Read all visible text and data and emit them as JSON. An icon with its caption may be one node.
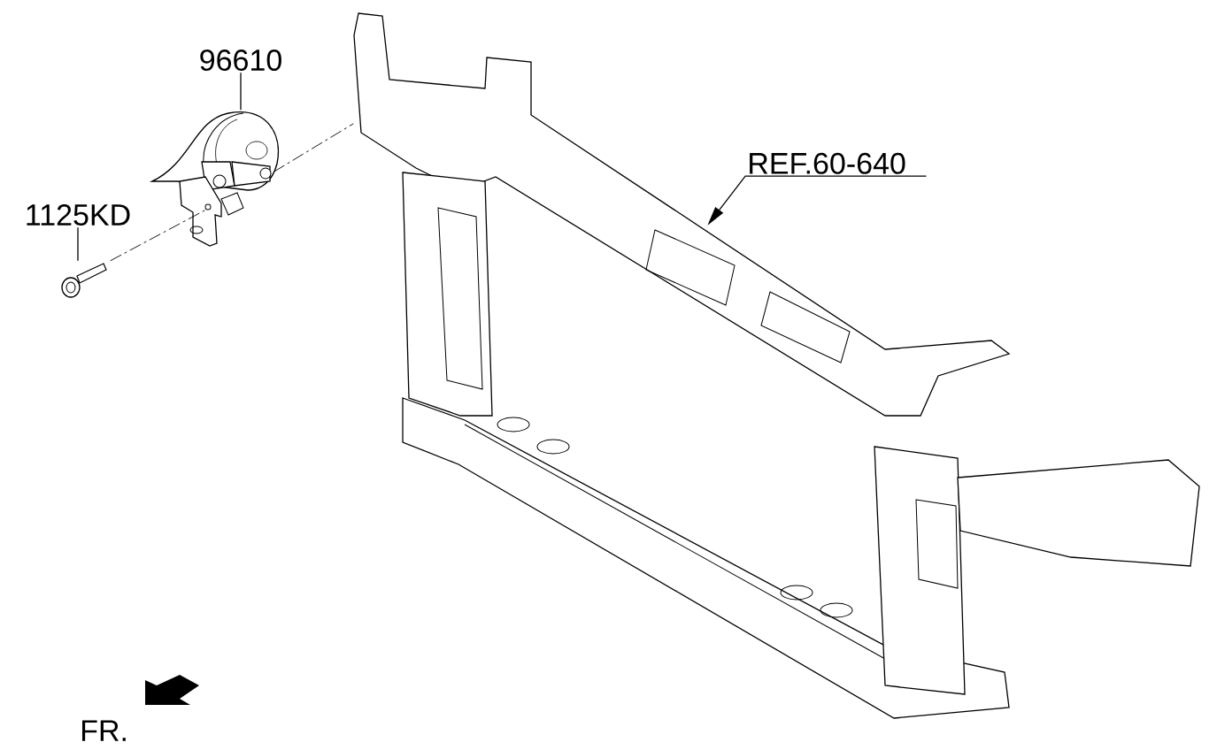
{
  "diagram": {
    "nodes": [
      {
        "text": [
          "96610"
        ]
      },
      {
        "text": [],
        "shape": "picture"
      },
      {
        "text": [
          "1125KD"
        ]
      },
      {
        "text": [],
        "shape": "picture"
      },
      {
        "text": [
          "REF.60-640"
        ],
        "in": 5
      },
      {
        "text": [],
        "shape": "picture"
      }
    ],
    "edges": [
      {
        "from": 0,
        "to": 1,
        "arrow": "none"
      },
      {
        "from": 2,
        "to": 3,
        "arrow": "none"
      },
      {
        "from": 4,
        "to": 5,
        "arrow": "to"
      },
      {
        "from": 3,
        "to": 1,
        "arrow": "none",
        "style": "dashed"
      },
      {
        "from": 1,
        "to": 5,
        "arrow": "none",
        "style": "dashed"
      }
    ],
    "labels": [
      "FR."
    ]
  }
}
